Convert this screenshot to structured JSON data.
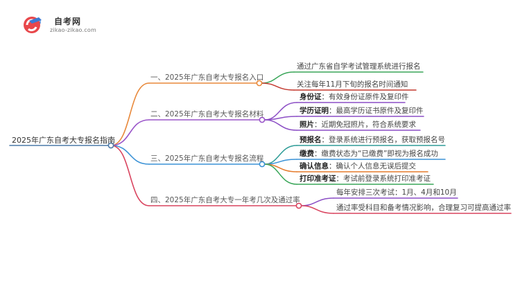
{
  "logo": {
    "name": "自考网",
    "url": "zikao-zikao.com"
  },
  "colors": {
    "root_line": "#4a78a8",
    "branch1": "#e8883a",
    "branch2": "#9a55c9",
    "branch3": "#3a92d6",
    "branch4": "#d9445f",
    "leaf_green": "#3aa659",
    "leaf_orange": "#e57b2c",
    "leaf_red": "#c3392f",
    "leaf_teal": "#2e9c97",
    "leaf_purple": "#8c4fc5"
  },
  "mindmap": {
    "root": "2025年广东自考大专报名指南",
    "branches": [
      {
        "title": "一、2025年广东自考大专报名入口",
        "children": [
          {
            "text": "通过广东省自学考试管理系统进行报名"
          },
          {
            "text": "关注每年11月下旬的报名时间通知"
          }
        ]
      },
      {
        "title": "二、2025年广东自考大专报名材料",
        "children": [
          {
            "bold": "身份证",
            "text": "：有效身份证原件及复印件"
          },
          {
            "bold": "学历证明",
            "text": "：最高学历证书原件及复印件"
          },
          {
            "bold": "照片",
            "text": "：近期免冠照片，符合系统要求"
          }
        ]
      },
      {
        "title": "三、2025年广东自考大专报名流程",
        "children": [
          {
            "bold": "预报名",
            "text": "：登录系统进行预报名，获取预报名号"
          },
          {
            "bold": "缴费",
            "text": "：缴费状态为“已缴费”即视为报名成功"
          },
          {
            "bold": "确认信息",
            "text": "：确认个人信息无误后提交"
          },
          {
            "bold": "打印准考证",
            "text": "：考试前登录系统打印准考证"
          }
        ]
      },
      {
        "title": "四、2025年广东自考大专一年考几次及通过率",
        "children": [
          {
            "text": "每年安排三次考试：1月、4月和10月"
          },
          {
            "text": "通过率受科目和备考情况影响，合理复习可提高通过率"
          }
        ]
      }
    ]
  }
}
